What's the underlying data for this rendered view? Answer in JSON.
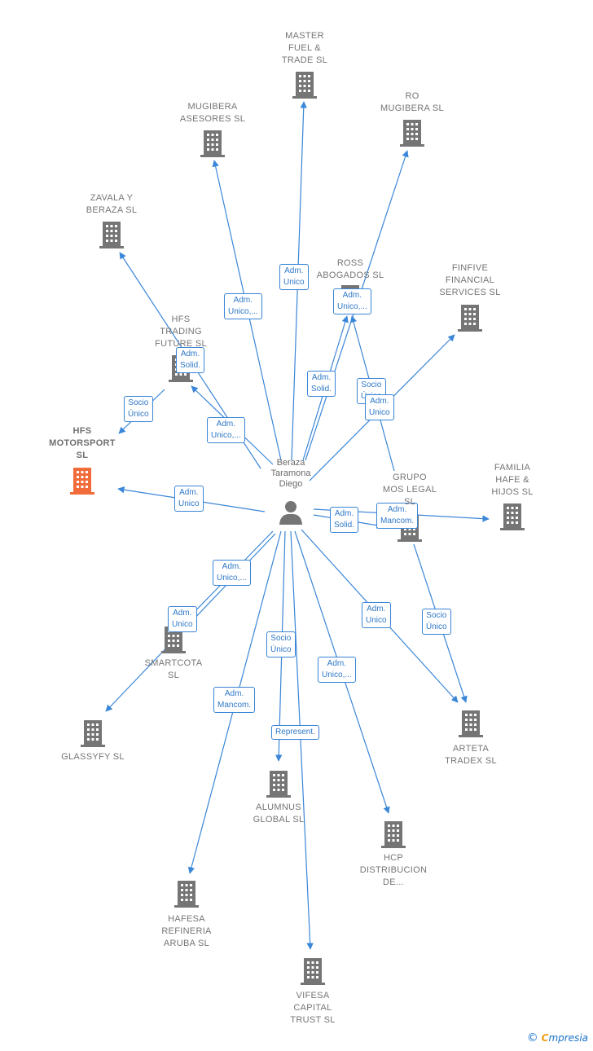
{
  "center": {
    "label": "Beraza\nTaramona\nDiego"
  },
  "nodes": [
    {
      "id": "master",
      "label": "MASTER\nFUEL &\nTRADE  SL",
      "focus": false
    },
    {
      "id": "mugibera",
      "label": "MUGIBERA\nASESORES  SL",
      "focus": false
    },
    {
      "id": "ro",
      "label": "RO\nMUGIBERA  SL",
      "focus": false
    },
    {
      "id": "zavala",
      "label": "ZAVALA Y\nBERAZA SL",
      "focus": false
    },
    {
      "id": "ross",
      "label": "ROSS\nABOGADOS SL",
      "focus": false
    },
    {
      "id": "finfive",
      "label": "FINFIVE\nFINANCIAL\nSERVICES  SL",
      "focus": false
    },
    {
      "id": "hfst",
      "label": "HFS\nTRADING\nFUTURE  SL",
      "focus": false
    },
    {
      "id": "hfsm",
      "label": "HFS\nMOTORSPORT\nSL",
      "focus": true
    },
    {
      "id": "grupo",
      "label": "GRUPO\nMOS LEGAL\nSL",
      "focus": false
    },
    {
      "id": "familia",
      "label": "FAMILIA\nHAFE &\nHIJOS  SL",
      "focus": false
    },
    {
      "id": "smartcota",
      "label": "SMARTCOTA\nSL",
      "focus": false
    },
    {
      "id": "glassyfy",
      "label": "GLASSYFY  SL",
      "focus": false
    },
    {
      "id": "arteta",
      "label": "ARTETA\nTRADEX  SL",
      "focus": false
    },
    {
      "id": "alumnus",
      "label": "ALUMNUS\nGLOBAL  SL",
      "focus": false
    },
    {
      "id": "hcp",
      "label": "HCP\nDISTRIBUCION\nDE...",
      "focus": false
    },
    {
      "id": "hafesa",
      "label": "HAFESA\nREFINERIA\nARUBA  SL",
      "focus": false
    },
    {
      "id": "vifesa",
      "label": "VIFESA\nCAPITAL\nTRUST  SL",
      "focus": false
    }
  ],
  "relations": [
    {
      "from": "center",
      "to": "master",
      "label": "Adm.\nUnico"
    },
    {
      "from": "center",
      "to": "mugibera",
      "label": "Adm.\nUnico,..."
    },
    {
      "from": "center",
      "to": "ro",
      "label": "Adm.\nUnico,..."
    },
    {
      "from": "center",
      "to": "zavala",
      "label": "Adm.\nSolid."
    },
    {
      "from": "center",
      "to": "ross",
      "label": "Adm.\nSolid."
    },
    {
      "from": "grupo",
      "to": "ross",
      "label": "Socio\nÚnico"
    },
    {
      "from": "center",
      "to": "finfive",
      "label": "Adm.\nUnico"
    },
    {
      "from": "center",
      "to": "hfst",
      "label": "Adm.\nUnico,..."
    },
    {
      "from": "hfst",
      "to": "hfsm",
      "label": "Socio\nÚnico"
    },
    {
      "from": "center",
      "to": "hfsm",
      "label": "Adm.\nUnico"
    },
    {
      "from": "center",
      "to": "grupo",
      "label": "Adm.\nSolid."
    },
    {
      "from": "center",
      "to": "familia",
      "label": "Adm.\nMancom."
    },
    {
      "from": "center",
      "to": "smartcota",
      "label": "Adm.\nUnico,..."
    },
    {
      "from": "center",
      "to": "glassyfy",
      "label": "Adm.\nUnico"
    },
    {
      "from": "center",
      "to": "arteta",
      "label": "Adm.\nUnico"
    },
    {
      "from": "grupo",
      "to": "arteta",
      "label": "Socio\nÚnico"
    },
    {
      "from": "center",
      "to": "alumnus",
      "label": "Socio\nÚnico"
    },
    {
      "from": "center",
      "to": "hcp",
      "label": "Adm.\nUnico,..."
    },
    {
      "from": "center",
      "to": "hafesa",
      "label": "Adm.\nMancom."
    },
    {
      "from": "center",
      "to": "vifesa",
      "label": "Represent."
    }
  ],
  "colors": {
    "edge": "#3a86d8",
    "building": "#757575",
    "focus_building": "#f26b3a",
    "person": "#757575"
  },
  "footer": {
    "copyright": "©",
    "brand_first": "C",
    "brand_rest": "mpresia"
  }
}
